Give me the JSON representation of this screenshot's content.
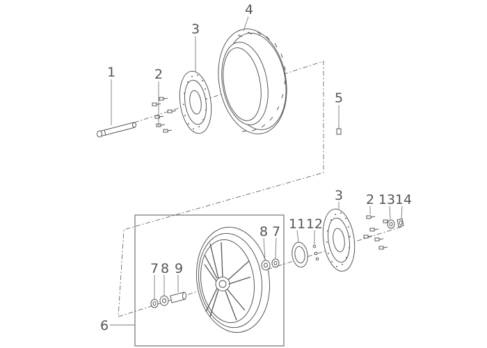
{
  "diagram": {
    "callouts": [
      {
        "id": "c1",
        "text": "1"
      },
      {
        "id": "c2a",
        "text": "2"
      },
      {
        "id": "c3a",
        "text": "3"
      },
      {
        "id": "c4",
        "text": "4"
      },
      {
        "id": "c5",
        "text": "5"
      },
      {
        "id": "c6",
        "text": "6"
      },
      {
        "id": "c7a",
        "text": "7"
      },
      {
        "id": "c8a",
        "text": "8"
      },
      {
        "id": "c9",
        "text": "9"
      },
      {
        "id": "c8b",
        "text": "8"
      },
      {
        "id": "c7b",
        "text": "7"
      },
      {
        "id": "c11",
        "text": "11"
      },
      {
        "id": "c12",
        "text": "12"
      },
      {
        "id": "c3b",
        "text": "3"
      },
      {
        "id": "c2b",
        "text": "2"
      },
      {
        "id": "c13",
        "text": "13"
      },
      {
        "id": "c14",
        "text": "14"
      }
    ]
  }
}
